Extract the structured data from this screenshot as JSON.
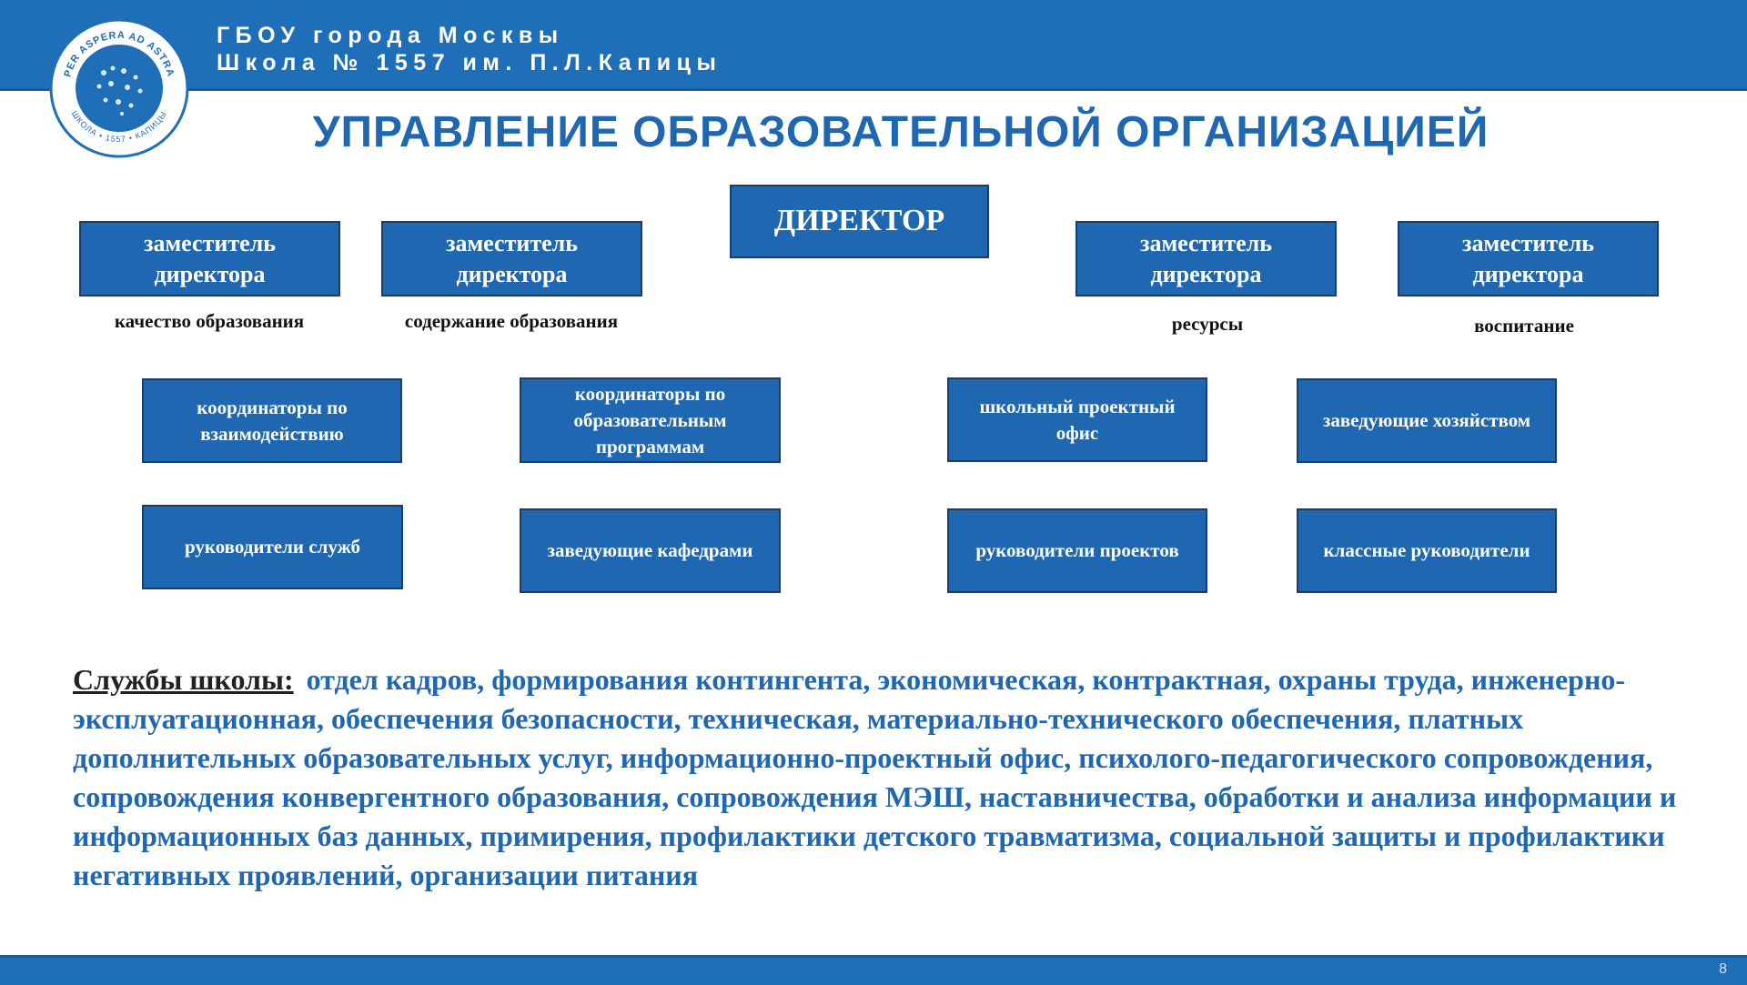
{
  "header": {
    "school_line1": "ГБОУ города Москвы",
    "school_line2": "Школа № 1557 им. П.Л.Капицы",
    "logo_top_text": "PER ASPERA AD ASTRA",
    "logo_bottom_text": "ШКОЛА • 1557 • КАПИЦЫ"
  },
  "title": "УПРАВЛЕНИЕ ОБРАЗОВАТЕЛЬНОЙ ОРГАНИЗАЦИЕЙ",
  "director": "ДИРЕКТОР",
  "deputies": [
    {
      "line1": "заместитель",
      "line2": "директора",
      "caption": "качество образования"
    },
    {
      "line1": "заместитель",
      "line2": "директора",
      "caption": "содержание образования"
    },
    {
      "line1": "заместитель",
      "line2": "директора",
      "caption": "ресурсы"
    },
    {
      "line1": "заместитель",
      "line2": "директора",
      "caption": "воспитание"
    }
  ],
  "units_row1": [
    "координаторы по взаимодействию",
    "координаторы по образовательным программам",
    "школьный проектный офис",
    "заведующие хозяйством"
  ],
  "units_row2": [
    "руководители служб",
    "заведующие кафедрами",
    "руководители проектов",
    "классные руководители"
  ],
  "services": {
    "label": "Службы школы:",
    "text": "отдел кадров, формирования контингента, экономическая, контрактная, охраны труда, инженерно-эксплуатационная, обеспечения безопасности, техническая, материально-технического обеспечения, платных дополнительных образовательных услуг, информационно-проектный офис, психолого-педагогического сопровождения, сопровождения конвергентного образования, сопровождения МЭШ, наставничества, обработки и анализа информации и информационных баз данных, примирения, профилактики детского травматизма, социальной защиты и профилактики негативных проявлений, организации питания"
  },
  "page_number": "8",
  "colors": {
    "primary": "#1f67b1",
    "bar": "#1f6fb8",
    "border": "#163f6b"
  }
}
